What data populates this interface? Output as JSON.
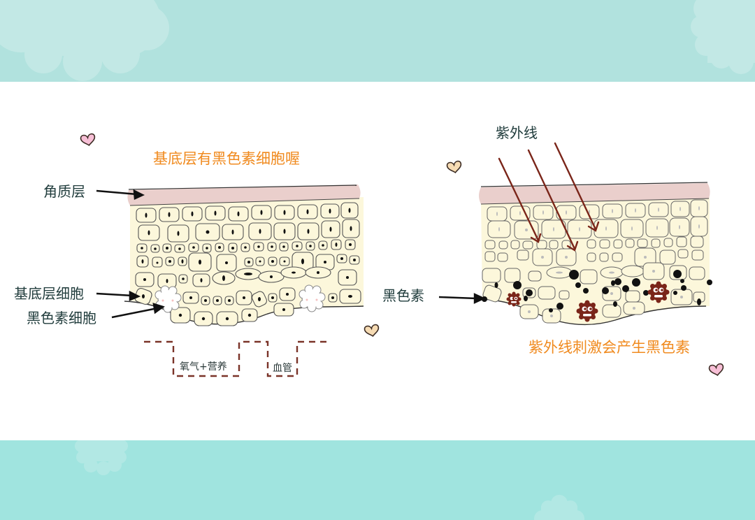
{
  "colors": {
    "band_top": "#b1e2de",
    "band_bottom": "#a0e4df",
    "cloud": "#c2e8e5",
    "caption_orange": "#f08a1e",
    "label_dark": "#1f3b3b",
    "stratum_corneum": "#eacfcc",
    "epidermis_fill": "#fcf7db",
    "melanin_brown": "#7a2519",
    "blood_vessel_dashes": "#7a3328",
    "heart_pink": "#f7bfd6",
    "heart_tan": "#f6dbb3"
  },
  "left_diagram": {
    "title": "基底层有黑色素细胞喔",
    "labels": {
      "stratum_corneum": "角质层",
      "basal_cell": "基底层细胞",
      "melanocyte": "黑色素细胞"
    },
    "blood_vessel": {
      "oxygen_nutrients": "氧气+营养",
      "vessel": "血管"
    }
  },
  "right_diagram": {
    "uv_label": "紫外线",
    "melanin_label": "黑色素",
    "caption": "紫外线刺激会产生黑色素"
  },
  "decorations": {
    "hearts": [
      "pink",
      "tan",
      "tan",
      "pink"
    ]
  }
}
